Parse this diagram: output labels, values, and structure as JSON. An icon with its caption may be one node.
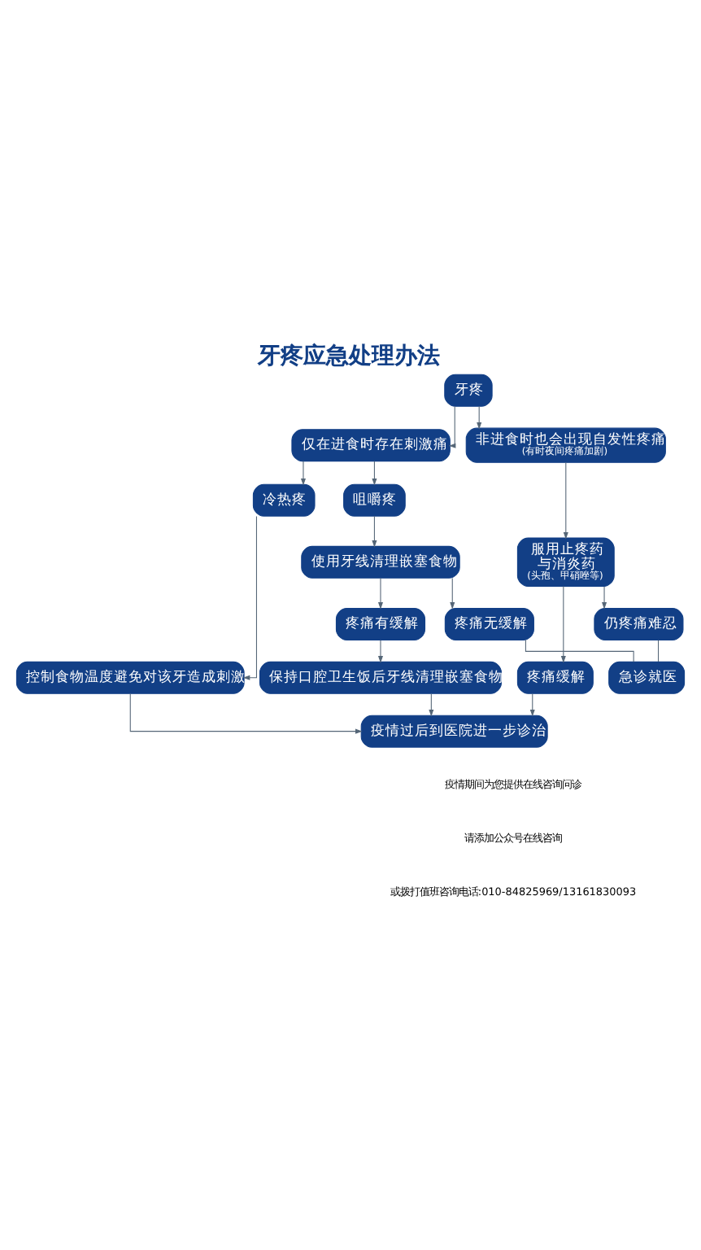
{
  "diagram": {
    "title": "牙疼应急处理办法",
    "nodes": [
      {
        "text": [
          "牙疼"
        ]
      },
      {
        "text": [
          "仅在进食时存在刺激痛"
        ]
      },
      {
        "text": [
          "非进食时也会出现自发性疼痛",
          "(有时夜间疼痛加剧)"
        ]
      },
      {
        "text": [
          "咀嚼疼"
        ]
      },
      {
        "text": [
          "冷热疼"
        ]
      },
      {
        "text": [
          "服用止疼药",
          "与消炎药",
          "(头孢、甲硝唑等)"
        ]
      },
      {
        "text": [
          "使用牙线清理嵌塞食物"
        ]
      },
      {
        "text": [
          "控制食物温度避免对该牙造成刺激"
        ]
      },
      {
        "text": [
          "疼痛无缓解"
        ]
      },
      {
        "text": [
          "疼痛有缓解"
        ]
      },
      {
        "text": [
          "疼痛缓解"
        ]
      },
      {
        "text": [
          "仍疼痛难忍"
        ]
      },
      {
        "text": [
          "保持口腔卫生饭后牙线清理嵌塞食物"
        ]
      },
      {
        "text": [
          "疫情过后到医院进一步诊治"
        ]
      },
      {
        "text": [
          "急诊就医"
        ]
      }
    ],
    "edges": [
      {
        "from": 0,
        "to": 1,
        "arrow": "to"
      },
      {
        "from": 0,
        "to": 2,
        "arrow": "to"
      },
      {
        "from": 1,
        "to": 3,
        "arrow": "to"
      },
      {
        "from": 1,
        "to": 4,
        "arrow": "to"
      },
      {
        "from": 2,
        "to": 5,
        "arrow": "to"
      },
      {
        "from": 3,
        "to": 6,
        "arrow": "to"
      },
      {
        "from": 4,
        "to": 7,
        "arrow": "to"
      },
      {
        "from": 6,
        "to": 8,
        "arrow": "to"
      },
      {
        "from": 6,
        "to": 9,
        "arrow": "to"
      },
      {
        "from": 5,
        "to": 10,
        "arrow": "to"
      },
      {
        "from": 5,
        "to": 11,
        "arrow": "to"
      },
      {
        "from": 9,
        "to": 12,
        "arrow": "to"
      },
      {
        "from": 7,
        "to": 13,
        "arrow": "to"
      },
      {
        "from": 10,
        "to": 13,
        "arrow": "to"
      },
      {
        "from": 12,
        "to": 13,
        "arrow": "to"
      },
      {
        "from": 8,
        "to": 14,
        "arrow": "none"
      },
      {
        "from": 11,
        "to": 14,
        "arrow": "none"
      }
    ],
    "labels": [
      "疫情期间为您提供在线咨询问诊",
      "请添加公众号在线咨询",
      "或拨打值班咨询电话:010-84825969/13161830093"
    ]
  }
}
